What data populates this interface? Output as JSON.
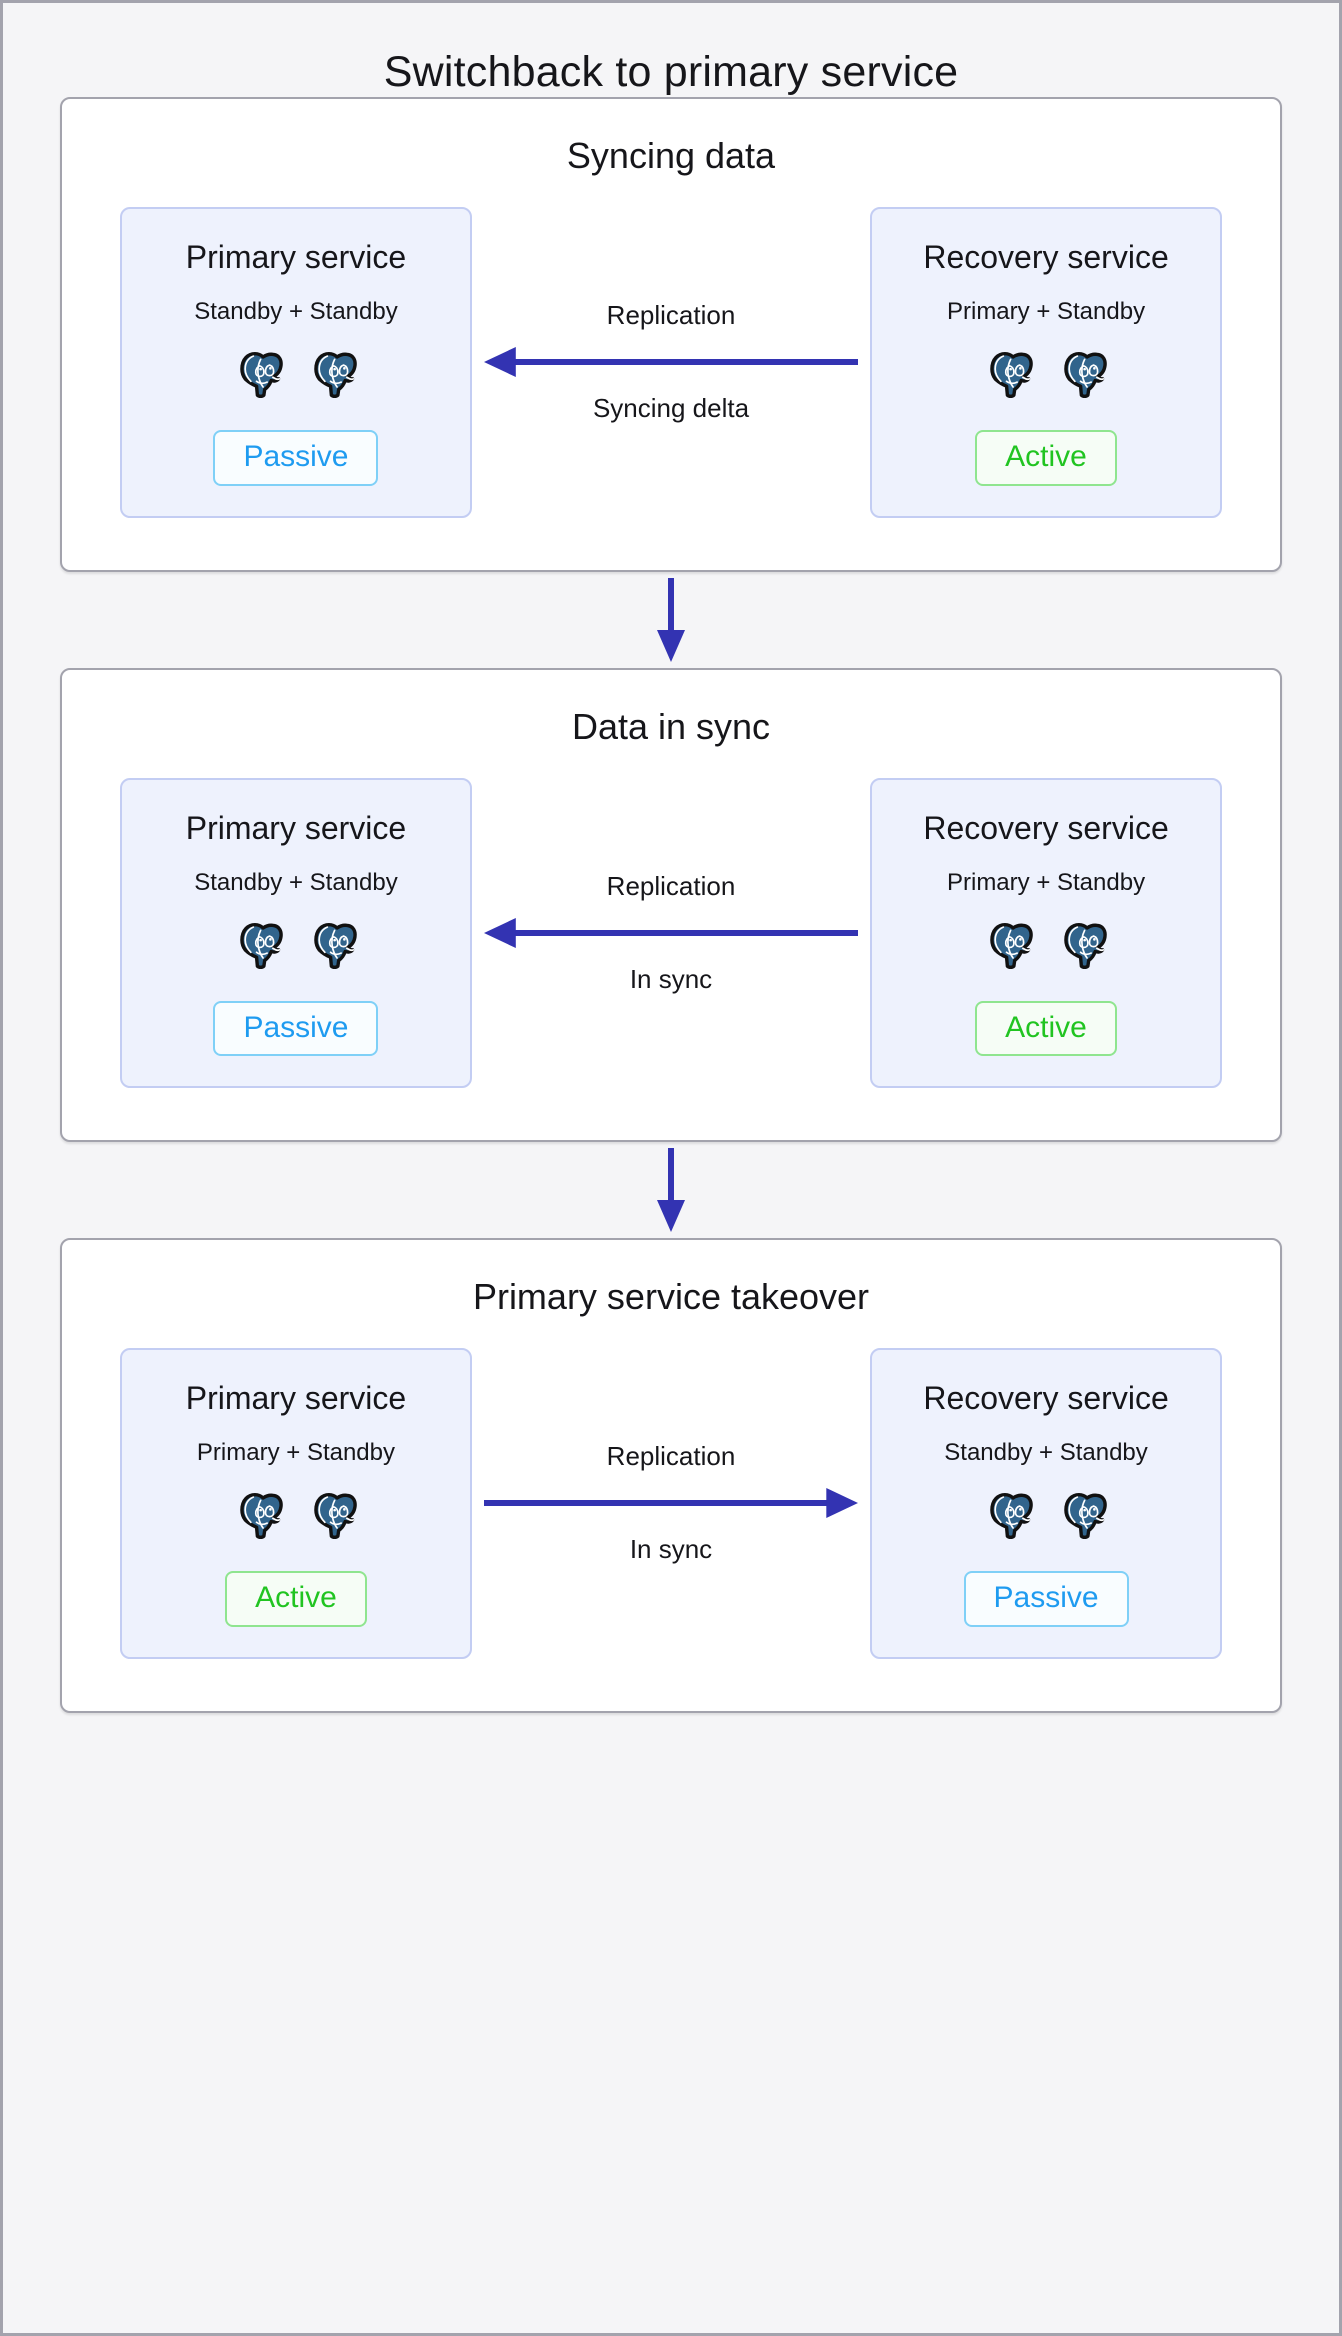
{
  "diagram": {
    "title": "Switchback to primary service",
    "colors": {
      "background": "#f5f5f7",
      "card": "#ffffff",
      "card_border": "#a3a3ad",
      "service_bg": "#eef2fd",
      "service_border": "#c3cdf3",
      "arrow": "#3333b2",
      "passive": "#1e9bf0",
      "active": "#21c421"
    },
    "node_icon_name": "postgresql-elephant-icon",
    "flow_arrow_name": "flow-down-arrow-icon",
    "stages": [
      {
        "title": "Syncing data",
        "left": {
          "name": "Primary service",
          "roles": "Standby + Standby",
          "nodes": 2,
          "status": "Passive",
          "status_kind": "passive"
        },
        "right": {
          "name": "Recovery service",
          "roles": "Primary + Standby",
          "nodes": 2,
          "status": "Active",
          "status_kind": "active"
        },
        "link": {
          "label_top": "Replication",
          "label_bottom": "Syncing delta",
          "direction": "left"
        }
      },
      {
        "title": "Data in sync",
        "left": {
          "name": "Primary service",
          "roles": "Standby + Standby",
          "nodes": 2,
          "status": "Passive",
          "status_kind": "passive"
        },
        "right": {
          "name": "Recovery service",
          "roles": "Primary + Standby",
          "nodes": 2,
          "status": "Active",
          "status_kind": "active"
        },
        "link": {
          "label_top": "Replication",
          "label_bottom": "In sync",
          "direction": "left"
        }
      },
      {
        "title": "Primary service takeover",
        "left": {
          "name": "Primary service",
          "roles": "Primary + Standby",
          "nodes": 2,
          "status": "Active",
          "status_kind": "active"
        },
        "right": {
          "name": "Recovery service",
          "roles": "Standby + Standby",
          "nodes": 2,
          "status": "Passive",
          "status_kind": "passive"
        },
        "link": {
          "label_top": "Replication",
          "label_bottom": "In sync",
          "direction": "right"
        }
      }
    ]
  }
}
